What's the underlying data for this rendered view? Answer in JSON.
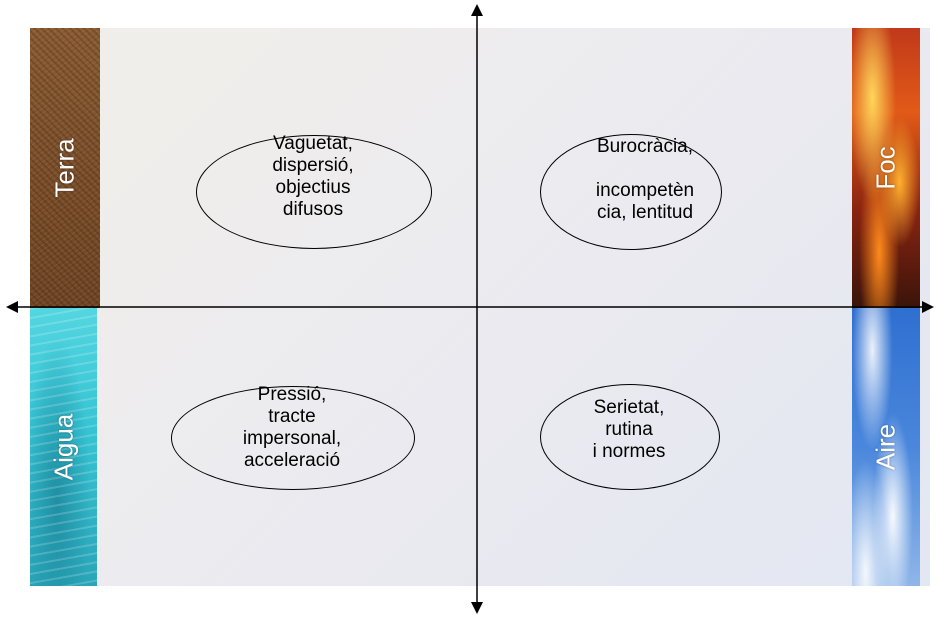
{
  "strips": {
    "terra": "Terra",
    "aigua": "Aigua",
    "foc": "Foc",
    "aire": "Aire"
  },
  "quadrants": {
    "top_left": "Vaguetat,\ndispersió,\nobjectius\ndifusos",
    "top_right": "Burocràcia,\n\nincompetèn\ncia, lentitud",
    "bottom_left": "Pressió,\ntracte\nimpersonal,\nacceleració",
    "bottom_right": "Serietat,\nrutina\ni normes"
  },
  "colors": {
    "axis": "#000000",
    "text": "#000000",
    "strip_label": "#ffffff"
  }
}
